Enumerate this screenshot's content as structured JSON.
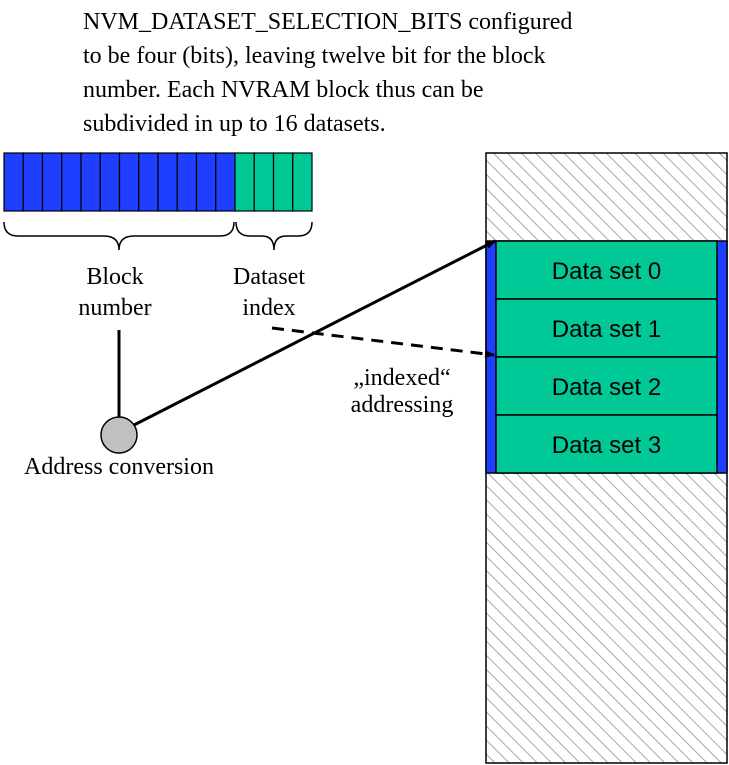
{
  "header": {
    "lines": [
      "NVM_DATASET_SELECTION_BITS configured",
      "to be four (bits), leaving twelve bit for the block",
      "number. Each NVRAM block thus can be",
      "subdivided in up to 16 datasets."
    ]
  },
  "register": {
    "block_bit_count": 12,
    "dataset_bit_count": 4,
    "block_label": [
      "Block",
      "number"
    ],
    "dataset_label": [
      "Dataset",
      "index"
    ]
  },
  "conversion": {
    "label": "Address conversion"
  },
  "addressing": {
    "label": [
      "„indexed“",
      "addressing"
    ]
  },
  "memory": {
    "datasets": [
      "Data set 0",
      "Data set 1",
      "Data set 2",
      "Data set 3"
    ]
  },
  "colors": {
    "block_bits": "#1f3fff",
    "dataset_bits": "#00c896",
    "dataset_fill": "#00c896",
    "frame_edge": "#1f3fff",
    "circle_fill": "#c0c0c0",
    "hatch": "#a8a8a8"
  }
}
